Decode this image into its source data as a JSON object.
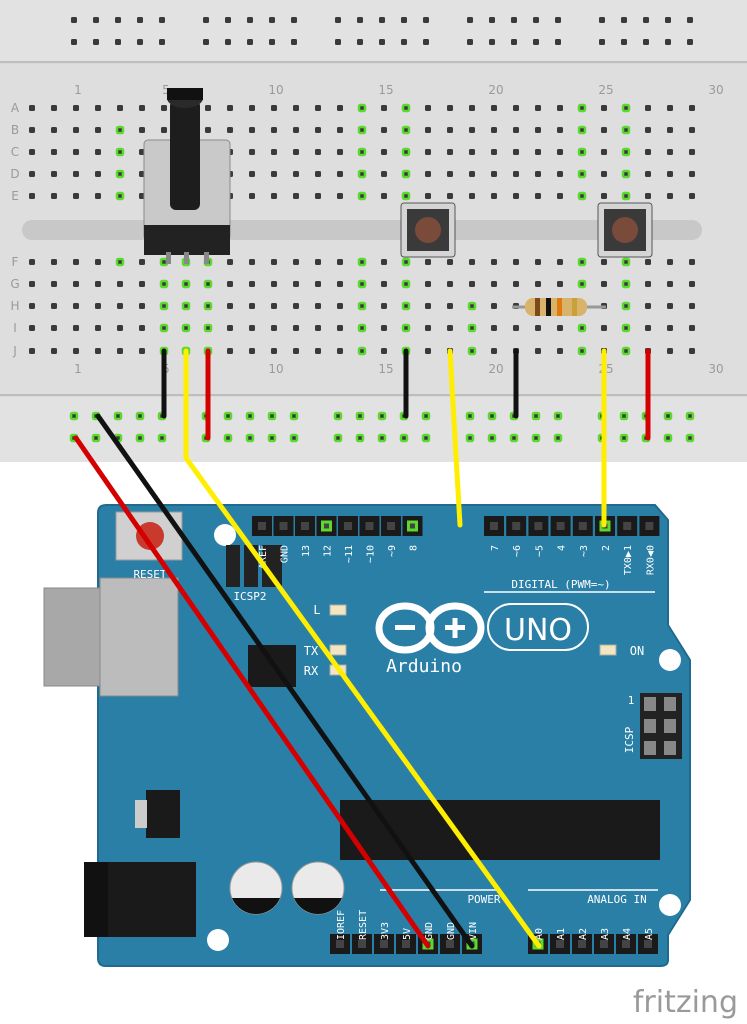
{
  "breadboard": {
    "column_numbers": [
      "1",
      "5",
      "10",
      "15",
      "20",
      "25",
      "30"
    ],
    "row_letters": [
      "A",
      "B",
      "C",
      "D",
      "E",
      "F",
      "G",
      "H",
      "I",
      "J"
    ]
  },
  "arduino": {
    "reset_label": "RESET",
    "icsp2_label": "ICSP2",
    "icsp_label": "ICSP",
    "icsp_pin1": "1",
    "led_l": "L",
    "led_tx": "TX",
    "led_rx": "RX",
    "on_label": "ON",
    "uno_label": "UNO",
    "brand": "Arduino",
    "digital_label": "DIGITAL (PWM=~)",
    "digital_pins": [
      "AREF",
      "GND",
      "13",
      "12",
      "~11",
      "~10",
      "~9",
      "8",
      "7",
      "~6",
      "~5",
      "4",
      "~3",
      "2",
      "TX0▶1",
      "RX0◀0"
    ],
    "power_label": "POWER",
    "power_pins": [
      "IOREF",
      "RESET",
      "3V3",
      "5V",
      "GND",
      "GND",
      "VIN"
    ],
    "analog_label": "ANALOG IN",
    "analog_pins": [
      "A0",
      "A1",
      "A2",
      "A3",
      "A4",
      "A5"
    ]
  },
  "footer": {
    "logo": "fritzing"
  },
  "colors": {
    "board": "#2a7fa7",
    "breadboard": "#dcdcdc",
    "wire_red": "#d40000",
    "wire_black": "#222222",
    "wire_yellow": "#ffee00",
    "highlight": "#5bd92f"
  }
}
